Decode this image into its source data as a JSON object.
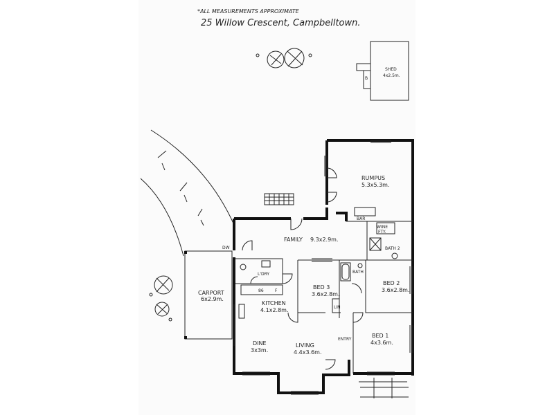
{
  "header": {
    "note": "*ALL MEASUREMENTS APPROXIMATE",
    "address": "25 Willow Crescent, Campbelltown."
  },
  "rooms": {
    "shed": {
      "name": "SHED",
      "size": "4x2.5m."
    },
    "rumpus": {
      "name": "RUMPUS",
      "size": "5.3x5.3m."
    },
    "bar": {
      "name": "BAR"
    },
    "wine": {
      "name": "WINE",
      "sub": "FTY."
    },
    "family": {
      "name": "FAMILY",
      "size": "9.3x2.9m."
    },
    "bath2": {
      "name": "BATH 2"
    },
    "lory": {
      "name": "L'DRY"
    },
    "bath": {
      "name": "BATH"
    },
    "bed3": {
      "name": "BED 3",
      "size": "3.6x2.8m."
    },
    "bed2": {
      "name": "BED 2",
      "size": "3.6x2.8m."
    },
    "carport": {
      "name": "CARPORT",
      "size": "6x2.9m."
    },
    "kitchen": {
      "name": "KITCHEN",
      "size": "4.1x2.8m."
    },
    "lin": {
      "name": "LIN"
    },
    "bed1": {
      "name": "BED 1",
      "size": "4x3.6m."
    },
    "entry": {
      "name": "ENTRY"
    },
    "dine": {
      "name": "DINE",
      "size": "3x3m."
    },
    "living": {
      "name": "LIVING",
      "size": "4.4x3.6m."
    }
  },
  "fixtures": {
    "dw": "DW",
    "sink": "86",
    "fridge": "F",
    "shed_bench": "B"
  }
}
